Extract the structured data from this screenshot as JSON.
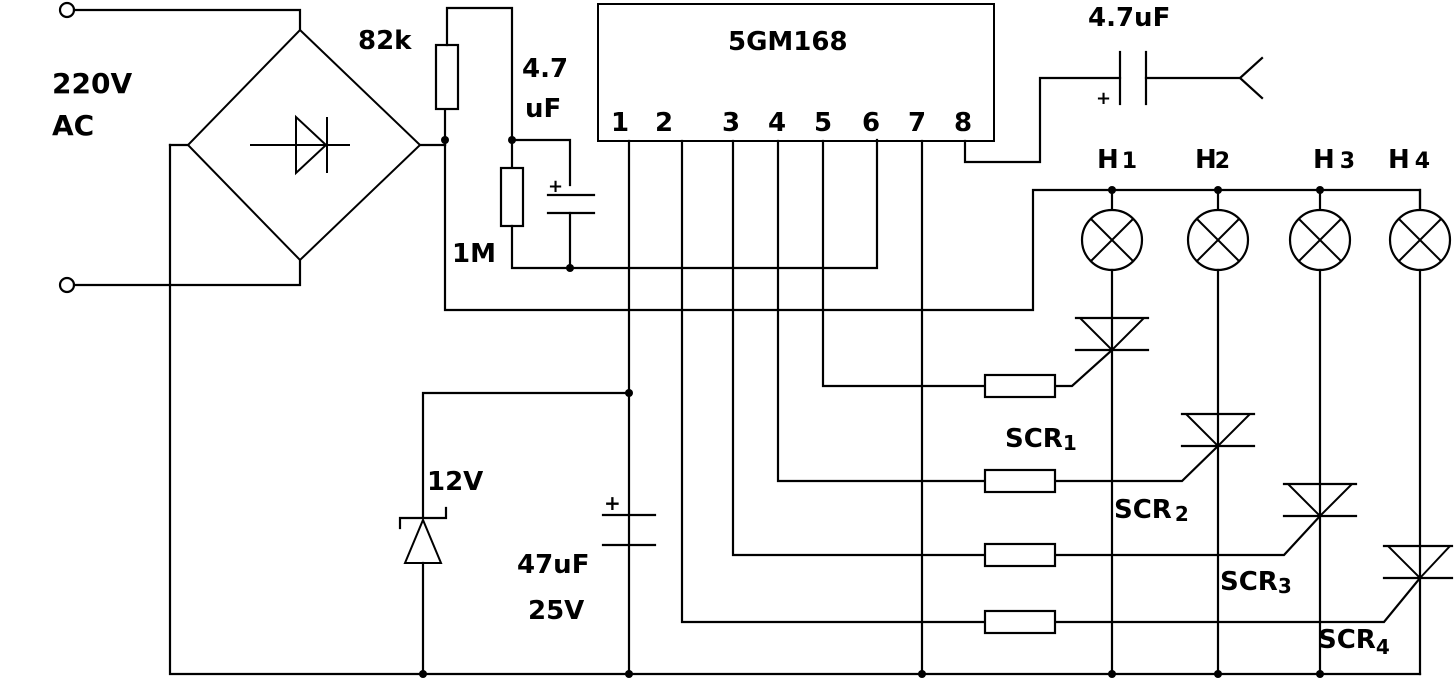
{
  "source_label": "220V",
  "source_label2": "AC",
  "ic": {
    "name": "5GM168",
    "pins": [
      "1",
      "2",
      "3",
      "4",
      "5",
      "6",
      "7",
      "8"
    ]
  },
  "resistors": {
    "r_top": "82k",
    "r_mid": "1M"
  },
  "capacitors": {
    "c1_line1": "4.7",
    "c1_line2": "uF",
    "c_input": "4.7uF",
    "c_filter_line1": "47uF",
    "c_filter_line2": "25V"
  },
  "zener": "12V",
  "lamps": {
    "h1": {
      "main": "H",
      "sub": "1"
    },
    "h2": {
      "main": "H",
      "sub": "2"
    },
    "h3": {
      "main": "H",
      "sub": "3"
    },
    "h4": {
      "main": "H",
      "sub": "4"
    }
  },
  "scrs": {
    "scr1": {
      "main": "SCR",
      "sub": "1"
    },
    "scr2": {
      "main": "SCR",
      "sub": "2"
    },
    "scr3": {
      "main": "SCR",
      "sub": "3"
    },
    "scr4": {
      "main": "SCR",
      "sub": "4"
    }
  }
}
